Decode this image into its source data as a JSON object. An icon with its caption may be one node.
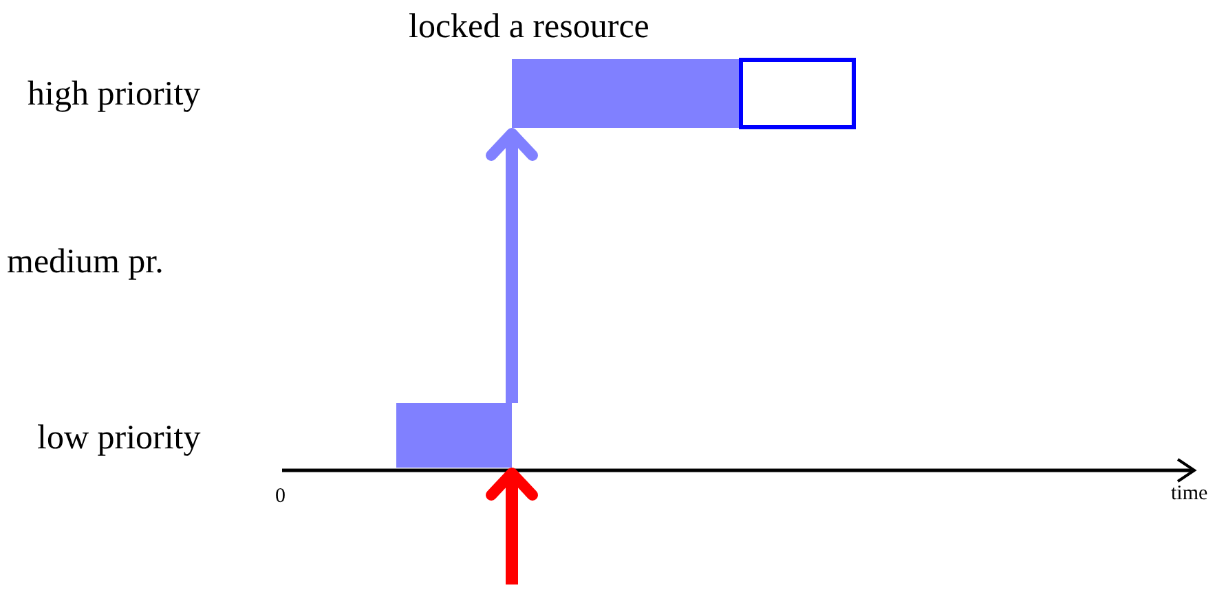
{
  "diagram": {
    "nodes": [
      {
        "text": [],
        "shape": "bar"
      },
      {
        "text": [],
        "shape": "box"
      },
      {
        "text": [],
        "shape": "bar"
      }
    ],
    "edges": [
      {
        "from": 2,
        "to": 0,
        "arrow": "to",
        "color": "#8080ff"
      },
      {
        "from": null,
        "to": 2,
        "arrow": "to",
        "color": "#ff0000"
      }
    ],
    "labels": [
      "locked a resource",
      "high priority",
      "medium pr.",
      "low priority",
      "0",
      "time"
    ]
  }
}
